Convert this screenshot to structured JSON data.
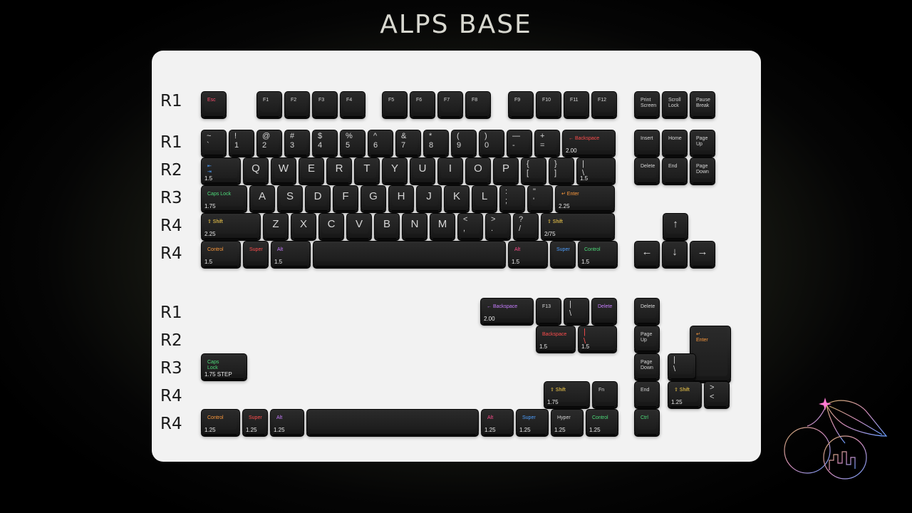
{
  "title": "ALPS BASE",
  "row_labels": [
    "R1",
    "R1",
    "R2",
    "R3",
    "R4",
    "R4",
    "R1",
    "R2",
    "R3",
    "R4",
    "R4"
  ],
  "keys": [
    {
      "t": "legend",
      "text": "Esc",
      "color": "#ff4d6d"
    },
    {
      "t": "legend",
      "text": "F1"
    },
    {
      "t": "legend",
      "text": "F2"
    },
    {
      "t": "legend",
      "text": "F3"
    },
    {
      "t": "legend",
      "text": "F4"
    },
    {
      "t": "legend",
      "text": "F5"
    },
    {
      "t": "legend",
      "text": "F6"
    },
    {
      "t": "legend",
      "text": "F7"
    },
    {
      "t": "legend",
      "text": "F8"
    },
    {
      "t": "legend",
      "text": "F9"
    },
    {
      "t": "legend",
      "text": "F10"
    },
    {
      "t": "legend",
      "text": "F11"
    },
    {
      "t": "legend",
      "text": "F12"
    },
    {
      "t": "legend",
      "text": "Print\nScreen"
    },
    {
      "t": "legend",
      "text": "Scroll\nLock"
    },
    {
      "t": "legend",
      "text": "Pause\nBreak"
    },
    {
      "t": "pair",
      "text": "~\n`"
    },
    {
      "t": "pair",
      "text": "!\n1"
    },
    {
      "t": "pair",
      "text": "@\n2"
    },
    {
      "t": "pair",
      "text": "#\n3"
    },
    {
      "t": "pair",
      "text": "$\n4"
    },
    {
      "t": "pair",
      "text": "%\n5"
    },
    {
      "t": "pair",
      "text": "^\n6"
    },
    {
      "t": "pair",
      "text": "&\n7"
    },
    {
      "t": "pair",
      "text": "*\n8"
    },
    {
      "t": "pair",
      "text": "(\n9"
    },
    {
      "t": "pair",
      "text": ")\n0"
    },
    {
      "t": "pair",
      "text": "—\n-"
    },
    {
      "t": "pair",
      "text": "+\n="
    },
    {
      "t": "legend",
      "text": "← Backspace",
      "color": "#ff4d4d",
      "size": "2.00"
    },
    {
      "t": "legend",
      "text": "Insert"
    },
    {
      "t": "legend",
      "text": "Home"
    },
    {
      "t": "legend",
      "text": "Page\nUp"
    },
    {
      "t": "legend",
      "text": "⇤\n⇥",
      "color": "#4d9fff",
      "size": "1.5"
    },
    {
      "t": "center",
      "text": "Q"
    },
    {
      "t": "center",
      "text": "W"
    },
    {
      "t": "center",
      "text": "E"
    },
    {
      "t": "center",
      "text": "R"
    },
    {
      "t": "center",
      "text": "T"
    },
    {
      "t": "center",
      "text": "Y"
    },
    {
      "t": "center",
      "text": "U"
    },
    {
      "t": "center",
      "text": "I"
    },
    {
      "t": "center",
      "text": "O"
    },
    {
      "t": "center",
      "text": "P"
    },
    {
      "t": "pair",
      "text": "{\n["
    },
    {
      "t": "pair",
      "text": "}\n]"
    },
    {
      "t": "pair",
      "text": "|\n\\",
      "size": "1.5"
    },
    {
      "t": "legend",
      "text": "Delete"
    },
    {
      "t": "legend",
      "text": "End"
    },
    {
      "t": "legend",
      "text": "Page\nDown"
    },
    {
      "t": "legend",
      "text": "Caps Lock",
      "color": "#4ddc7a",
      "size": "1.75"
    },
    {
      "t": "center",
      "text": "A"
    },
    {
      "t": "center",
      "text": "S"
    },
    {
      "t": "center",
      "text": "D"
    },
    {
      "t": "center",
      "text": "F"
    },
    {
      "t": "center",
      "text": "G"
    },
    {
      "t": "center",
      "text": "H"
    },
    {
      "t": "center",
      "text": "J"
    },
    {
      "t": "center",
      "text": "K"
    },
    {
      "t": "center",
      "text": "L"
    },
    {
      "t": "pair",
      "text": ":\n;"
    },
    {
      "t": "pair",
      "text": "\"\n'"
    },
    {
      "t": "legend",
      "text": "↵ Enter",
      "color": "#ff9a3c",
      "size": "2.25"
    },
    {
      "t": "legend",
      "text": "⇧ Shift",
      "color": "#ffd54d",
      "size": "2.25"
    },
    {
      "t": "center",
      "text": "Z"
    },
    {
      "t": "center",
      "text": "X"
    },
    {
      "t": "center",
      "text": "C"
    },
    {
      "t": "center",
      "text": "V"
    },
    {
      "t": "center",
      "text": "B"
    },
    {
      "t": "center",
      "text": "N"
    },
    {
      "t": "center",
      "text": "M"
    },
    {
      "t": "pair",
      "text": "<\n,"
    },
    {
      "t": "pair",
      "text": ">\n."
    },
    {
      "t": "pair",
      "text": "?\n/"
    },
    {
      "t": "legend",
      "text": "⇧ Shift",
      "color": "#ffd54d",
      "size": "2/75"
    },
    {
      "t": "center",
      "text": "↑"
    },
    {
      "t": "legend",
      "text": "Control",
      "color": "#ff9a3c",
      "size": "1.5"
    },
    {
      "t": "legend",
      "text": "Super",
      "color": "#ff4d4d"
    },
    {
      "t": "legend",
      "text": "Alt",
      "color": "#c77dff",
      "size": "1.5"
    },
    {
      "t": "blank",
      "text": ""
    },
    {
      "t": "legend",
      "text": "Alt",
      "color": "#ff4d8d",
      "size": "1.5"
    },
    {
      "t": "legend",
      "text": "Super",
      "color": "#4d9fff"
    },
    {
      "t": "legend",
      "text": "Control",
      "color": "#4ddc7a",
      "size": "1.5"
    },
    {
      "t": "center",
      "text": "←"
    },
    {
      "t": "center",
      "text": "↓"
    },
    {
      "t": "center",
      "text": "→"
    },
    {
      "t": "legend",
      "text": "← Backspace",
      "color": "#c77dff",
      "size": "2.00"
    },
    {
      "t": "legend",
      "text": "F13"
    },
    {
      "t": "pair",
      "text": "|\n\\"
    },
    {
      "t": "legend",
      "text": "Delete",
      "color": "#c77dff"
    },
    {
      "t": "legend",
      "text": "Delete"
    },
    {
      "t": "legend",
      "text": "Backspace",
      "color": "#ff4d4d",
      "size": "1.5"
    },
    {
      "t": "pair",
      "text": "|\n\\",
      "color": "#ff4d4d",
      "size": "1.5"
    },
    {
      "t": "legend",
      "text": "Page\nUp"
    },
    {
      "t": "legend",
      "text": "↵\nEnter",
      "color": "#ff9a3c"
    },
    {
      "t": "legend",
      "text": "Caps\nLock",
      "color": "#4ddc7a",
      "size": "1.75 STEP"
    },
    {
      "t": "legend",
      "text": "Page\nDown"
    },
    {
      "t": "pair",
      "text": "|\n\\"
    },
    {
      "t": "legend",
      "text": "⇧ Shift",
      "color": "#ffd54d",
      "size": "1.75"
    },
    {
      "t": "legend",
      "text": "Fn"
    },
    {
      "t": "legend",
      "text": "End"
    },
    {
      "t": "legend",
      "text": "⇧ Shift",
      "color": "#ffd54d",
      "size": "1.25"
    },
    {
      "t": "pair",
      "text": ">\n<"
    },
    {
      "t": "legend",
      "text": "Control",
      "color": "#ff9a3c",
      "size": "1.25"
    },
    {
      "t": "legend",
      "text": "Super",
      "color": "#ff4d4d",
      "size": "1.25"
    },
    {
      "t": "legend",
      "text": "Alt",
      "color": "#c77dff",
      "size": "1.25"
    },
    {
      "t": "blank",
      "text": ""
    },
    {
      "t": "legend",
      "text": "Alt",
      "color": "#ff4d8d",
      "size": "1.25"
    },
    {
      "t": "legend",
      "text": "Super",
      "color": "#4d9fff",
      "size": "1.25"
    },
    {
      "t": "legend",
      "text": "Hyper",
      "size": "1.25"
    },
    {
      "t": "legend",
      "text": "Control",
      "color": "#4ddc7a",
      "size": "1.25"
    },
    {
      "t": "legend",
      "text": "Ctrl",
      "color": "#4ddc7a"
    }
  ]
}
